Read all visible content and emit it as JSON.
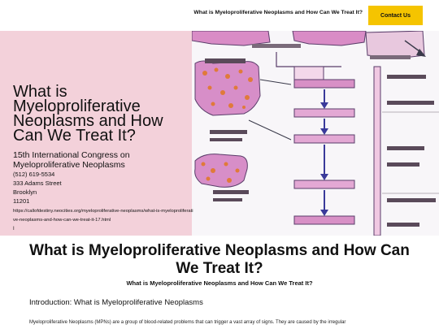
{
  "header": {
    "title": "What is Myeloproliferative Neoplasms and How Can We Treat It?",
    "contact_label": "Contact Us",
    "contact_color": "#f5c400"
  },
  "hero": {
    "title": "What is Myeloproliferative Neoplasms and How Can We Treat It?",
    "congress": "15th International Congress on Myeloproliferative Neoplasms",
    "phone": "(512) 619-5534",
    "street": "333 Adams Street",
    "city": "Brooklyn",
    "zip": "11201",
    "url": "https://callofdestiny.neocities.org/myeloproliferative-neoplasms/what-is-myeloproliferative-neoplasms-and-how-can-we-treat-it-17.html",
    "marker": "I",
    "overlay_color": "#f2cdd7"
  },
  "article": {
    "title": "What is Myeloproliferative Neoplasms and How Can We Treat It?",
    "subtitle": "What is Myeloproliferative Neoplasms and How Can We Treat It?",
    "intro_heading": "Introduction: What is Myeloproliferative Neoplasms",
    "intro_text": "Myeloproliferative Neoplasms (MPNs) are a group of blood-related problems that can trigger a vast array of signs. They are caused by the irregular"
  }
}
